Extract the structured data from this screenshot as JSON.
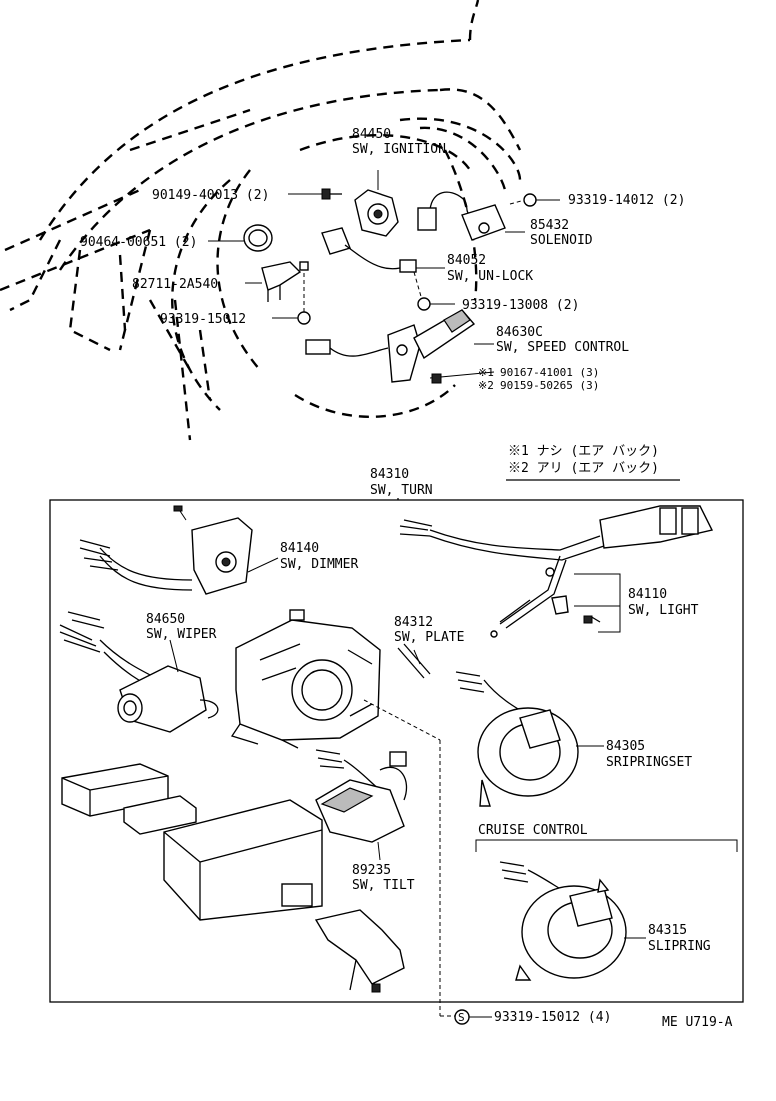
{
  "labels": {
    "p84450_num": "84450",
    "p84450_name": "SW, IGNITION",
    "p90149": "90149-40013 (2)",
    "p93319_14012": "93319-14012 (2)",
    "p85432_num": "85432",
    "p85432_name": "SOLENOID",
    "p90464": "90464-00651 (2)",
    "p84052_num": "84052",
    "p84052_name": "SW, UN-LOCK",
    "p82711": "82711-2A540",
    "p93319_13008": "93319-13008 (2)",
    "p93319_15012_top": "93319-15012",
    "p84630_num": "84630C",
    "p84630_name": "SW, SPEED CONTROL",
    "note1_mark": "※1",
    "p90167": "90167-41001 (3)",
    "note2_mark": "※2",
    "p90159": "90159-50265 (3)",
    "legend1": "※1 ナシ (エア バック)",
    "legend2": "※2 アリ (エア バック)",
    "p84310_num": "84310",
    "p84310_name": "SW, TURN",
    "p84140_num": "84140",
    "p84140_name": "SW, DIMMER",
    "p84110_num": "84110",
    "p84110_name": "SW, LIGHT",
    "p84650_num": "84650",
    "p84650_name": "SW, WIPER",
    "p84312_num": "84312",
    "p84312_name": "SW, PLATE",
    "p84305_num": "84305",
    "p84305_name": "SRIPRINGSET",
    "cruise_control": "CRUISE CONTROL",
    "p89235_num": "89235",
    "p89235_name": "SW, TILT",
    "p84315_num": "84315",
    "p84315_name": "SLIPRING",
    "p93319_15012_bottom": "93319-15012 (4)",
    "screw_symbol": "S",
    "diagram_code": "ME  U719-A"
  }
}
